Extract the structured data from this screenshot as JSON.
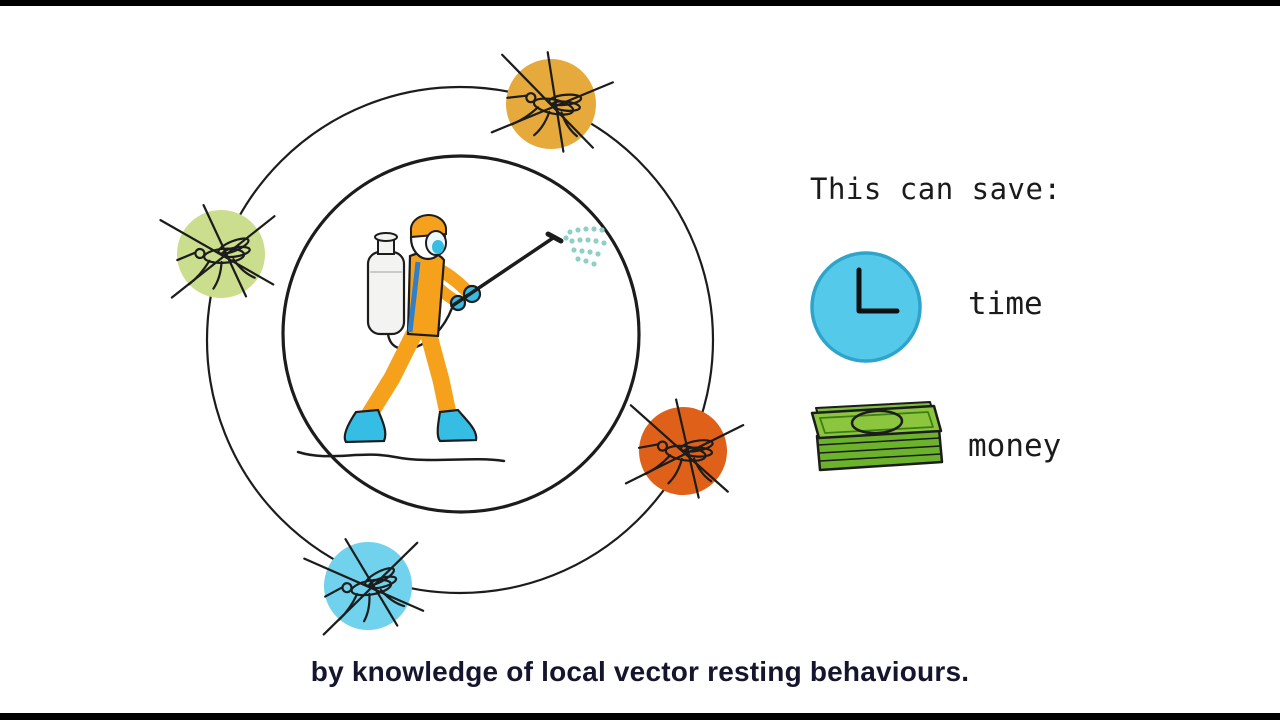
{
  "scene": {
    "background_color": "#ffffff",
    "letterbox_color": "#000000",
    "description": "Explainer-video frame: sprayer in protective suit inside two orbit circles with four mosquito badges; savings panel at right; caption below"
  },
  "diagram": {
    "person": {
      "name": "vector-control-sprayer",
      "suit_color": "#F5A11C",
      "gear_color": "#35BDE4",
      "tank_color": "#F3F3F1",
      "spray_color": "#8FCFC6"
    },
    "orbit": {
      "circle_count": 2,
      "line_color": "#1c1c1c"
    },
    "mosquito_badges": [
      {
        "position": "top",
        "color": "#E5A93C"
      },
      {
        "position": "left",
        "color": "#CBDE8E"
      },
      {
        "position": "right",
        "color": "#DF6119"
      },
      {
        "position": "bottom",
        "color": "#70D2EC"
      }
    ]
  },
  "save_panel": {
    "title": "This can save:",
    "items": [
      {
        "icon": "clock-icon",
        "label": "time",
        "icon_color": "#55C9EA"
      },
      {
        "icon": "money-icon",
        "label": "money",
        "icon_color": "#8CC63F"
      }
    ]
  },
  "caption": {
    "text": "by knowledge of local vector resting behaviours.",
    "color": "#15152E"
  }
}
